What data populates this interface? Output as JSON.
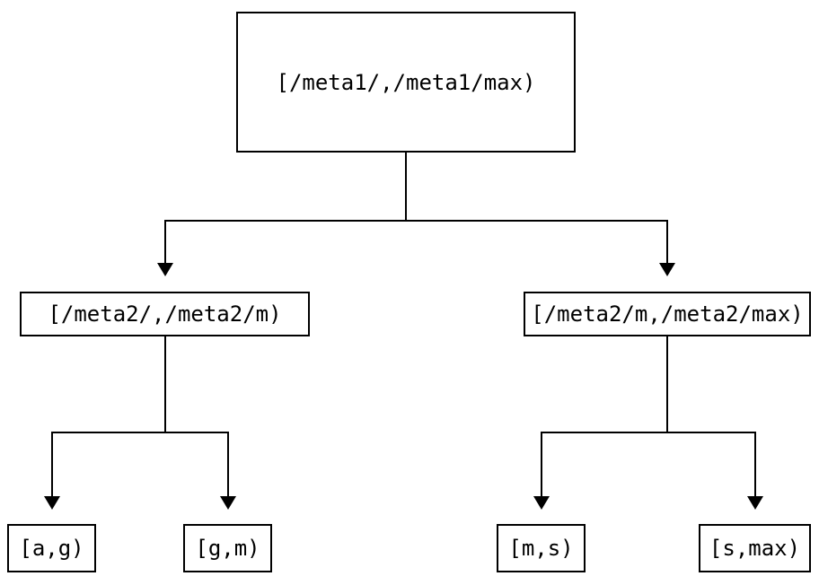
{
  "diagram": {
    "type": "tree",
    "background": "#ffffff",
    "line_color": "#000000",
    "text_color": "#000000",
    "nodes": {
      "root": {
        "label": "[/meta1/,/meta1/max)"
      },
      "metaL": {
        "label": "[/meta2/,/meta2/m)"
      },
      "metaR": {
        "label": "[/meta2/m,/meta2/max)"
      },
      "ag": {
        "label": "[a,g)"
      },
      "gm": {
        "label": "[g,m)"
      },
      "ms": {
        "label": "[m,s)"
      },
      "smax": {
        "label": "[s,max)"
      }
    },
    "edges": [
      {
        "from": "root",
        "to": "metaL"
      },
      {
        "from": "root",
        "to": "metaR"
      },
      {
        "from": "metaL",
        "to": "ag"
      },
      {
        "from": "metaL",
        "to": "gm"
      },
      {
        "from": "metaR",
        "to": "ms"
      },
      {
        "from": "metaR",
        "to": "smax"
      }
    ]
  }
}
